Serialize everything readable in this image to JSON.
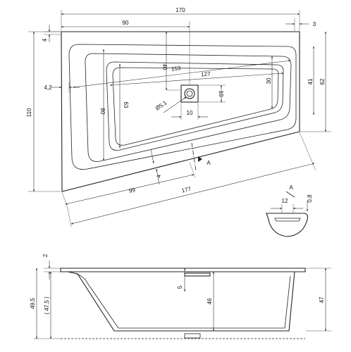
{
  "top_view": {
    "dims": {
      "total_width": "170",
      "left_width": "90",
      "right_edge": "3",
      "top_offset": "4",
      "total_height": "110",
      "right_height": "62",
      "inner_right": "41",
      "inner_right_small": "30",
      "inner_diag": "153",
      "inner_diag_small": "127",
      "left_depth_80": "80",
      "left_depth_63": "63",
      "depth_40": "40",
      "drain_10_v": "10",
      "drain_10_h": "10",
      "drain_diameter": "Ø5,1",
      "left_offset": "4,2",
      "bottom_4": "4",
      "bottom_99": "99",
      "bottom_177": "177"
    },
    "section_marker": "A"
  },
  "detail": {
    "label": "A",
    "dim_12": "12",
    "dim_08": "0,8"
  },
  "side_view": {
    "dims": {
      "rim": "2",
      "total_height": "49,5",
      "total_height_ref": "( 47,5 )",
      "overflow": "5",
      "inner_depth": "46",
      "right_height": "47"
    }
  }
}
